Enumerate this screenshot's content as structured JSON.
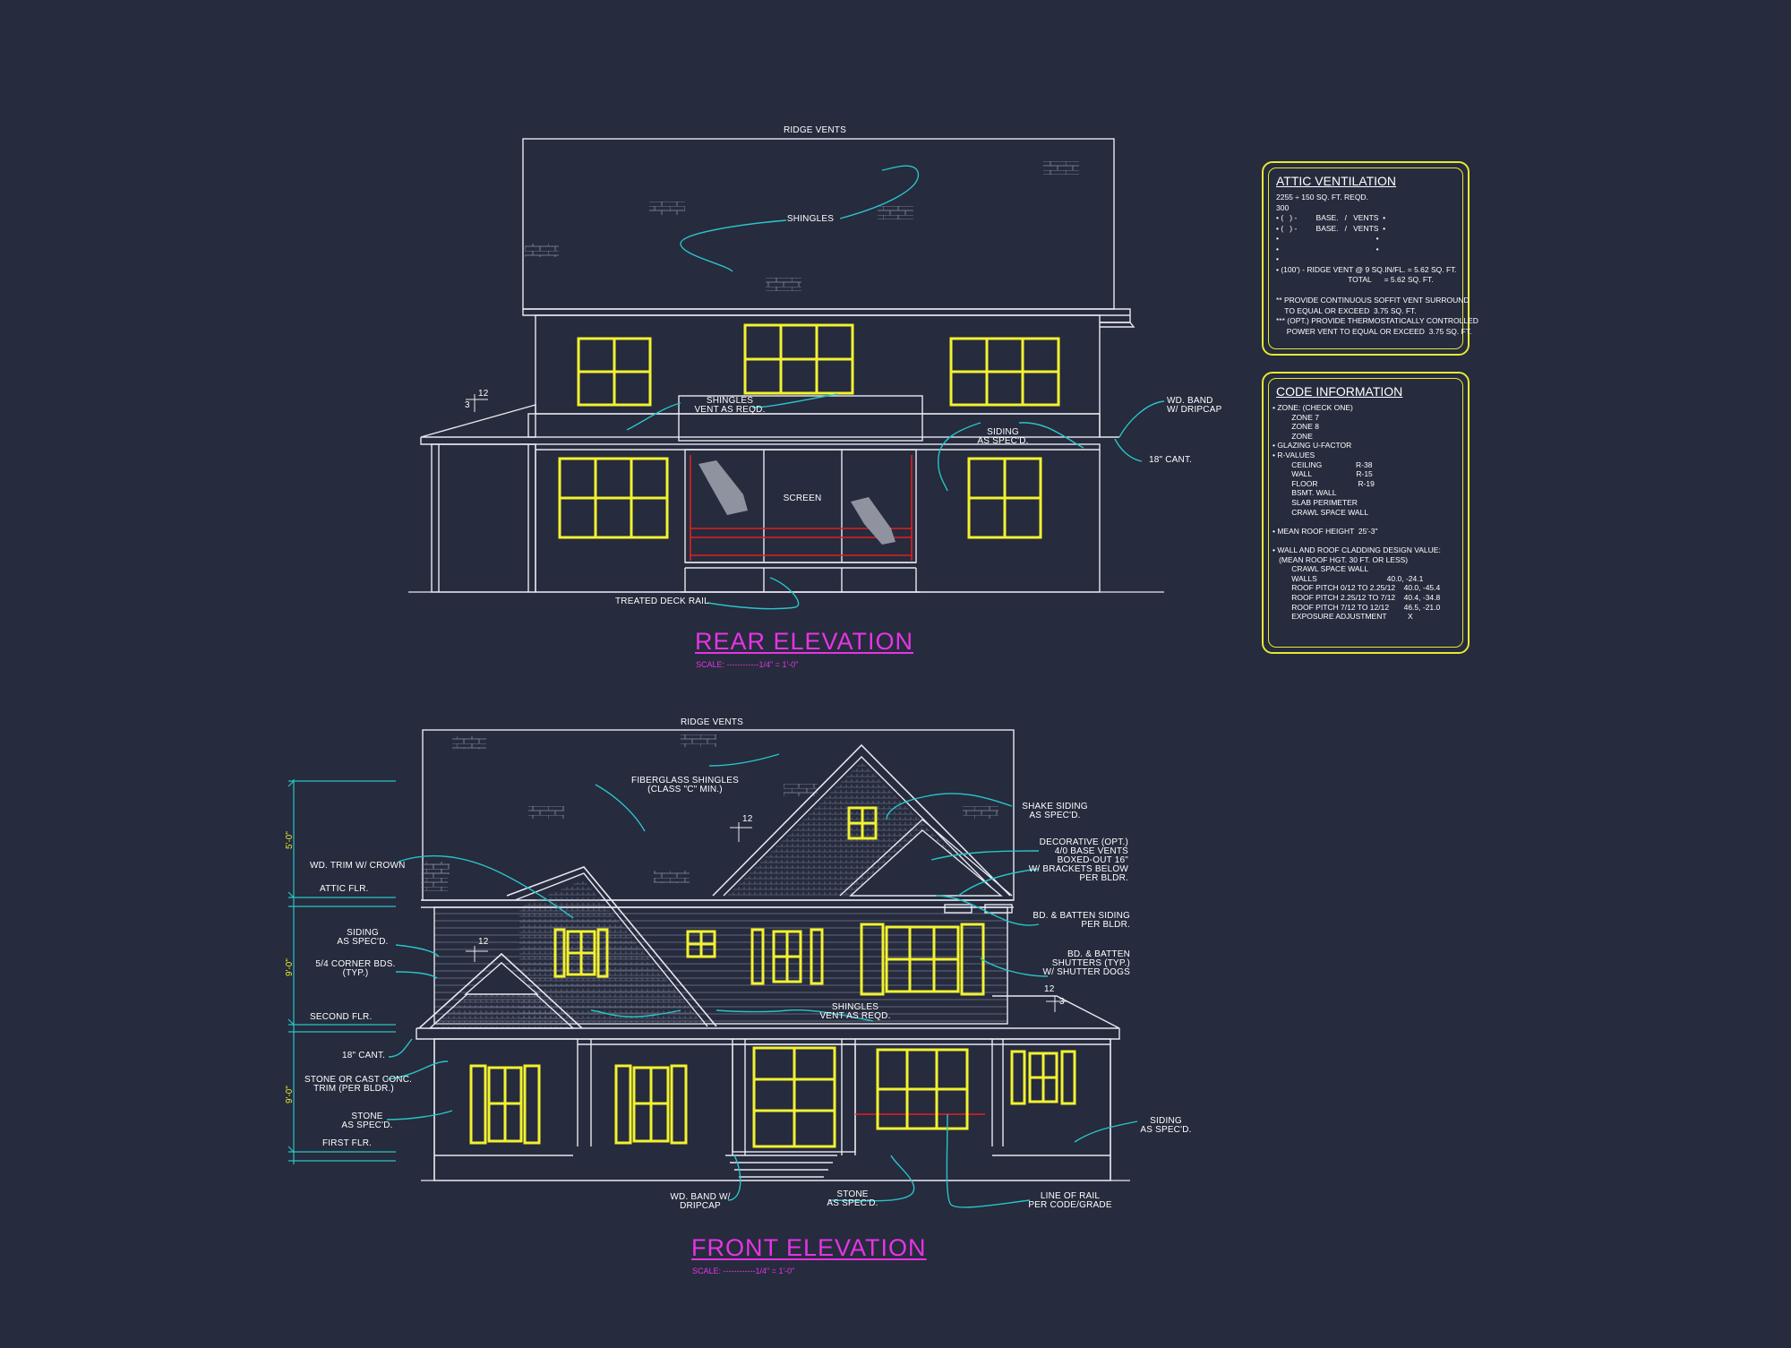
{
  "rear": {
    "title": "REAR ELEVATION",
    "scale": "SCALE: ------------1/4\" = 1'-0\"",
    "labels": {
      "ridge": "RIDGE VENTS",
      "shingles": "SHINGLES",
      "vent": "SHINGLES\nVENT AS REQD.",
      "siding": "SIDING\nAS SPEC'D.",
      "band": "WD. BAND\nW/ DRIPCAP",
      "cant": "18\" CANT.",
      "screen": "SCREEN",
      "deck": "TREATED DECK RAIL",
      "pitch_rise": "12",
      "pitch_run": "3"
    }
  },
  "front": {
    "title": "FRONT ELEVATION",
    "scale": "SCALE: ------------1/4\" = 1'-0\"",
    "labels": {
      "ridge": "RIDGE VENTS",
      "fiberglass": "FIBERGLASS SHINGLES\n(CLASS \"C\" MIN.)",
      "shake": "SHAKE SIDING\nAS SPEC'D.",
      "decorative": "DECORATIVE (OPT.)\n4/0 BASE VENTS\nBOXED-OUT 16\"\nW/ BRACKETS BELOW\nPER BLDR.",
      "batten_siding": "BD. & BATTEN SIDING\nPER BLDR.",
      "batten_shutters": "BD. & BATTEN\nSHUTTERS (TYP.)\nW/ SHUTTER DOGS",
      "wd_trim": "WD. TRIM W/ CROWN",
      "attic": "ATTIC FLR.",
      "siding": "SIDING\nAS SPEC'D.",
      "corner": "5/4 CORNER BDS.\n(TYP.)",
      "second": "SECOND FLR.",
      "cant": "18\" CANT.",
      "stone_trim": "STONE OR CAST CONC.\nTRIM (PER BLDR.)",
      "stone": "STONE\nAS SPEC'D.",
      "first": "FIRST FLR.",
      "vent": "SHINGLES\nVENT AS REQD.",
      "band": "WD. BAND W/\nDRIPCAP",
      "stone2": "STONE\nAS SPEC'D.",
      "rail": "LINE OF RAIL\nPER CODE/GRADE",
      "siding_r": "SIDING\nAS SPEC'D.",
      "pitch_a": "12",
      "pitch_b": "12",
      "pitch_c": "12",
      "pitch_c_run": "3",
      "dim_1": "5'-0\"",
      "dim_2": "9'-0\"",
      "dim_3": "9'-0\""
    }
  },
  "attic": {
    "title": "ATTIC VENTILATION",
    "lines": [
      "2255 ÷ 150 sq. ft. REQD.",
      "300",
      "• (   ) -         BASE.   /   VENTS  •",
      "• (   ) -         BASE.   /   VENTS  •",
      "•                                              •",
      "•                                              •",
      "•",
      "• (100') - RIDGE VENT @ 9 sq.in/FL. = 5.62 SQ. FT.",
      "                                  TOTAL      = 5.62 SQ. FT.",
      "",
      "** PROVIDE CONTINUOUS SOFFIT VENT SURROUND",
      "    TO EQUAL OR EXCEED  3.75 SQ. FT.",
      "*** (OPT.) PROVIDE THERMOSTATICALLY CONTROLLED",
      "     POWER VENT TO EQUAL OR EXCEED  3.75 SQ. FT."
    ]
  },
  "code": {
    "title": "CODE INFORMATION",
    "lines": [
      "• ZONE: (CHECK ONE)",
      "         ZONE 7",
      "         ZONE 8",
      "         ZONE",
      "• GLAZING U-FACTOR",
      "• R-VALUES",
      "         CEILING                R-38",
      "         WALL                     R-15",
      "         FLOOR                   R-19",
      "         BSMT. WALL",
      "         SLAB PERIMETER",
      "         CRAWL SPACE WALL",
      "",
      "• MEAN ROOF HEIGHT  25'-3\"",
      "",
      "• WALL AND ROOF CLADDING DESIGN VALUE:",
      "   (MEAN ROOF HGT. 30 ft. OR LESS)",
      "         CRAWL SPACE WALL",
      "         WALLS                                 40.0, -24.1",
      "         ROOF PITCH 0/12 TO 2.25/12    40.0, -45.4",
      "         ROOF PITCH 2.25/12 TO 7/12    40.4, -34.8",
      "         ROOF PITCH 7/12 TO 12/12       46.5, -21.0",
      "         EXPOSURE ADJUSTMENT          x"
    ]
  },
  "colors": {
    "background": "#262b3d",
    "linework": "#e8e8f0",
    "window": "#f2f230",
    "leader": "#29c4c9",
    "title": "#e833e6",
    "screen_rail": "#e02020"
  }
}
